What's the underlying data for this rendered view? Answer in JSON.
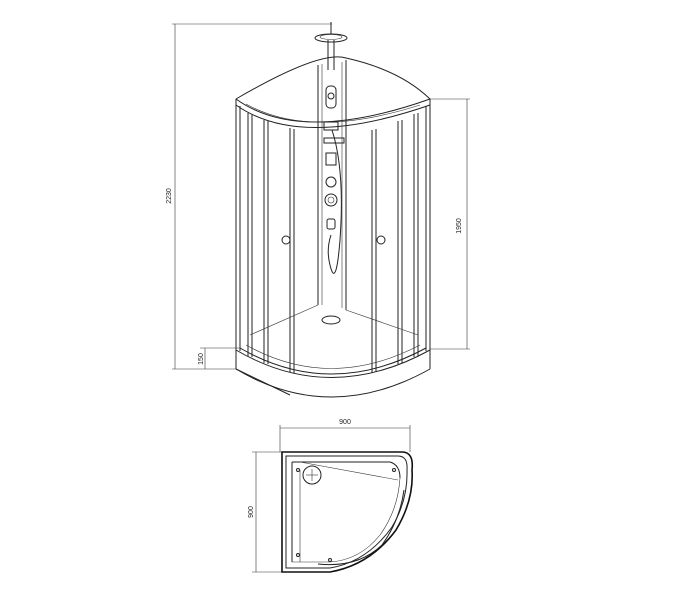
{
  "dimensions": {
    "total_height": "2230",
    "cabin_height": "1950",
    "tray_height": "150",
    "width": "900",
    "depth": "900"
  }
}
